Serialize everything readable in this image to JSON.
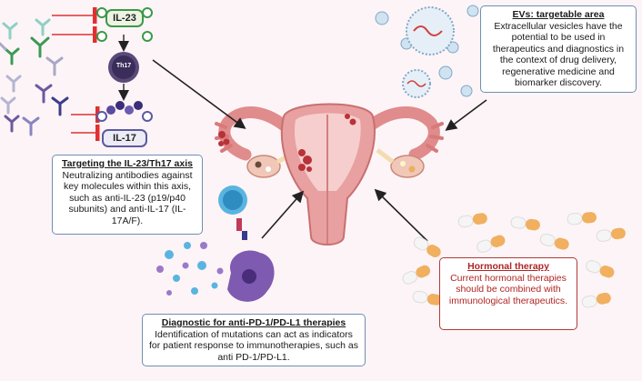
{
  "il23_label": "IL-23",
  "il17_label": "IL-17",
  "th17_label": "Th17",
  "boxes": {
    "il23": {
      "title": "Targeting the IL-23/Th17 axis",
      "body": "Neutralizing antibodies against key molecules within this axis, such as anti-IL-23 (p19/p40 subunits) and anti-IL-17 (IL-17A/F)."
    },
    "evs": {
      "title": "EVs: targetable area",
      "body": "Extracellular vesicles have the potential to be used in therapeutics and diagnostics in the context of drug delivery, regenerative medicine and biomarker discovery."
    },
    "hormonal": {
      "title": "Hormonal therapy",
      "body": "Current hormonal therapies should be combined with immunological therapeutics."
    },
    "pdl1": {
      "title": "Diagnostic for anti-PD-1/PD-L1 therapies",
      "body": "Identification of mutations can act as indicators for patient response to immunotherapies, such as anti PD-1/PD-L1."
    }
  },
  "colors": {
    "background": "#fdf4f7",
    "box_border": "#6f8fb0",
    "hormonal_text": "#b02525",
    "uterus": "#e8a0a0",
    "lesion": "#b8323a",
    "arrow": "#222222"
  }
}
